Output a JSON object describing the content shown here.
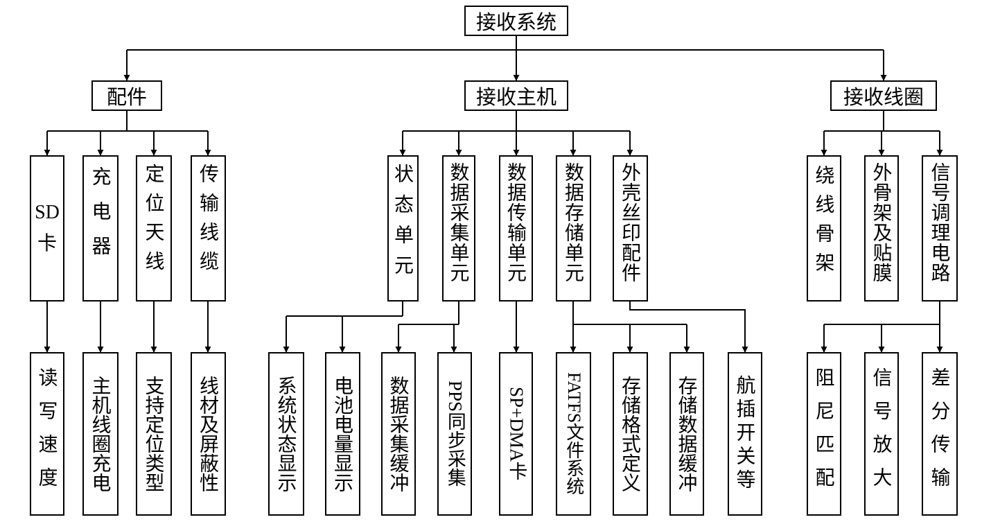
{
  "root": {
    "label": "接收系统"
  },
  "level1": [
    {
      "id": "peijian",
      "label": "配件"
    },
    {
      "id": "host",
      "label": "接收主机"
    },
    {
      "id": "coil",
      "label": "接收线圈"
    }
  ],
  "level2": {
    "peijian": [
      "SD卡",
      "充电器",
      "定位天线",
      "传输线缆"
    ],
    "host": [
      "状态单元",
      "数据采集单元",
      "数据传输单元",
      "数据存储单元",
      "外壳丝印配件"
    ],
    "coil": [
      "绕线骨架",
      "外骨架及贴膜",
      "信号调理电路"
    ]
  },
  "level3": {
    "peijian": [
      "读写速度",
      "主机线圈充电",
      "支持定位类型",
      "线材及屏蔽性"
    ],
    "host": [
      "系统状态显示",
      "电池电量显示",
      "数据采集缓冲",
      "PPS同步采集",
      "SP+DMA卡",
      "FATFS文件系统",
      "存储格式定义",
      "存储数据缓冲",
      "航插开关等"
    ],
    "coil": [
      "阻尼匹配",
      "信号放大",
      "差分传输"
    ]
  }
}
